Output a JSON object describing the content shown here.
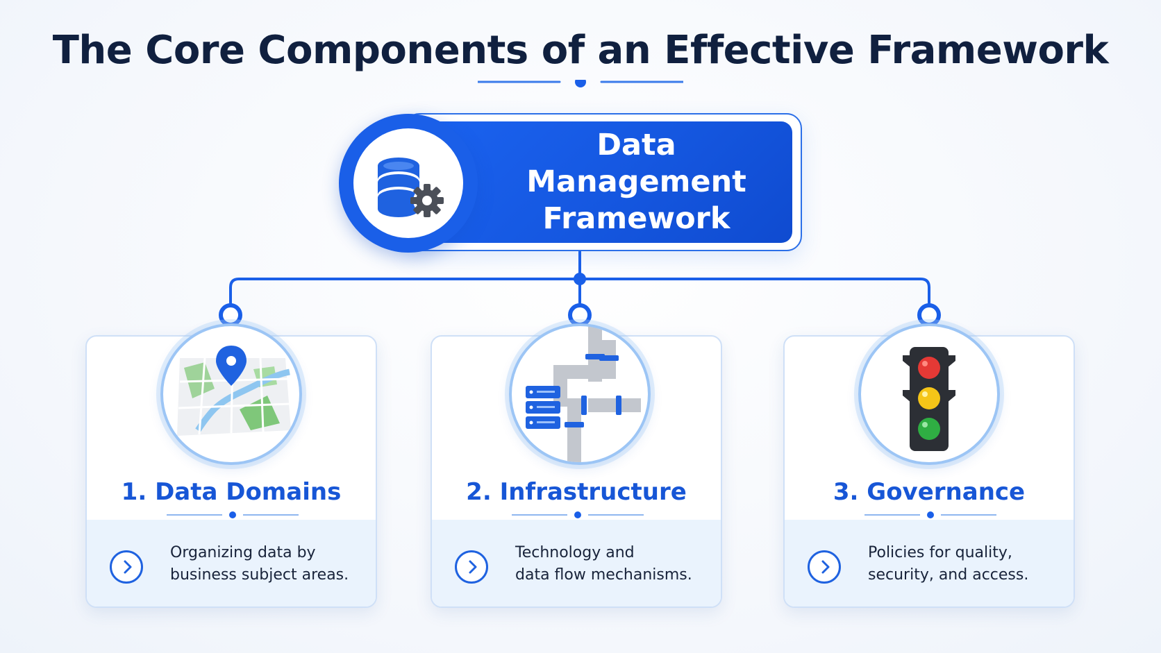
{
  "title": "The Core Components of an Effective Framework",
  "main": {
    "title": "Data Management\nFramework",
    "icon": "database-gear-icon"
  },
  "colors": {
    "accent": "#1a5fe8",
    "title_text": "#10203f",
    "card_title": "#1756d6",
    "card_bottom": "#eaf3fd"
  },
  "cards": [
    {
      "title": "1. Data Domains",
      "description": "Organizing data by\nbusiness subject areas.",
      "icon": "map-pin-icon",
      "action_icon": "chevron-right-icon"
    },
    {
      "title": "2. Infrastructure",
      "description": "Technology and\ndata flow mechanisms.",
      "icon": "pipes-server-icon",
      "action_icon": "chevron-right-icon"
    },
    {
      "title": "3. Governance",
      "description": "Policies for quality,\nsecurity, and access.",
      "icon": "traffic-light-icon",
      "action_icon": "chevron-right-icon"
    }
  ]
}
